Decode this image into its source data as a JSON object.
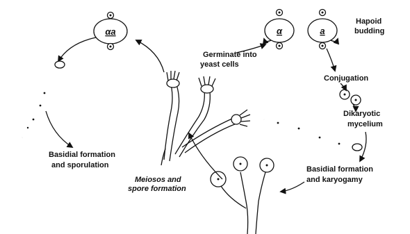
{
  "labels": {
    "alpha_a_diploid": "αa",
    "alpha_haploid": "α",
    "a_haploid": "a",
    "haploid_budding_1": "Hapoid",
    "haploid_budding_2": "budding",
    "germinate_1": "Germinate into",
    "germinate_2": "yeast cells",
    "conjugation": "Conjugation",
    "dikaryotic_1": "Dikaryotic",
    "dikaryotic_2": "mycelium",
    "basidial_karyo_1": "Basidial formation",
    "basidial_karyo_2": "and karyogamy",
    "meiosis_1": "Meiosos and",
    "meiosis_2": "spore formation",
    "basidial_spor_1": "Basidial formation",
    "basidial_spor_2": "and sporulation"
  },
  "colors": {
    "ink": "#111111",
    "background": "#ffffff"
  }
}
